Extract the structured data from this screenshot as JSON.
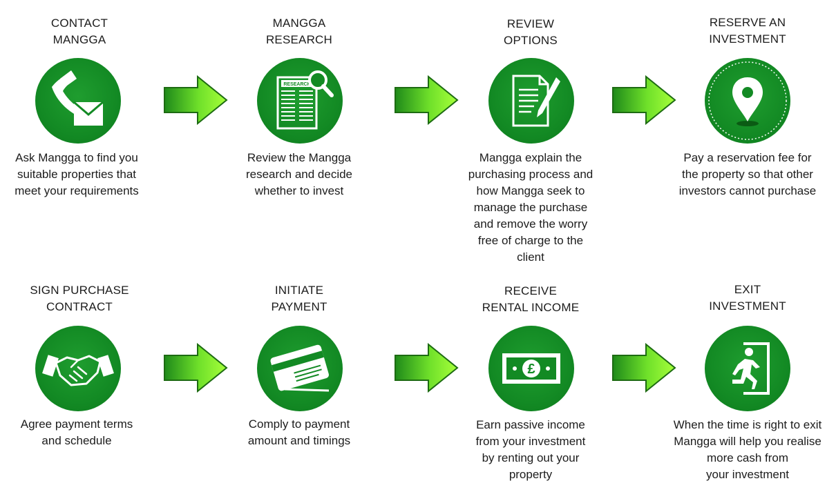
{
  "steps": [
    {
      "title": "CONTACT\nMANGGA",
      "icon": "phone-mail-icon",
      "description": "Ask Mangga to find you\nsuitable properties that\nmeet your requirements"
    },
    {
      "title": "MANGGA\nRESEARCH",
      "icon": "research-icon",
      "icon_text": "RESEARCH",
      "description": "Review the Mangga\nresearch and decide\nwhether to invest"
    },
    {
      "title": "REVIEW\nOPTIONS",
      "icon": "document-pen-icon",
      "description": "Mangga explain the\npurchasing process and\nhow Mangga seek to\nmanage the purchase\nand remove the worry\nfree of charge to the\nclient"
    },
    {
      "title": "RESERVE AN\nINVESTMENT",
      "icon": "location-pin-icon",
      "description": "Pay a reservation fee for\nthe property so that other\ninvestors cannot purchase"
    },
    {
      "title": "SIGN PURCHASE\nCONTRACT",
      "icon": "handshake-icon",
      "description": "Agree payment terms\nand schedule"
    },
    {
      "title": "INITIATE\nPAYMENT",
      "icon": "credit-card-icon",
      "description": "Comply to payment\namount and timings"
    },
    {
      "title": "RECEIVE\nRENTAL INCOME",
      "icon": "banknote-icon",
      "icon_text": "£",
      "description": "Earn passive income\nfrom your investment\nby renting out your\nproperty"
    },
    {
      "title": "EXIT\nINVESTMENT",
      "icon": "exit-icon",
      "description": "When the time is right to exit\nMangga will help you realise\nmore cash from\nyour investment"
    }
  ],
  "colors": {
    "circle": "#138a24",
    "arrow_light": "#a6ff3a",
    "arrow_dark": "#1f8a1a",
    "text": "#1c1c1c"
  }
}
